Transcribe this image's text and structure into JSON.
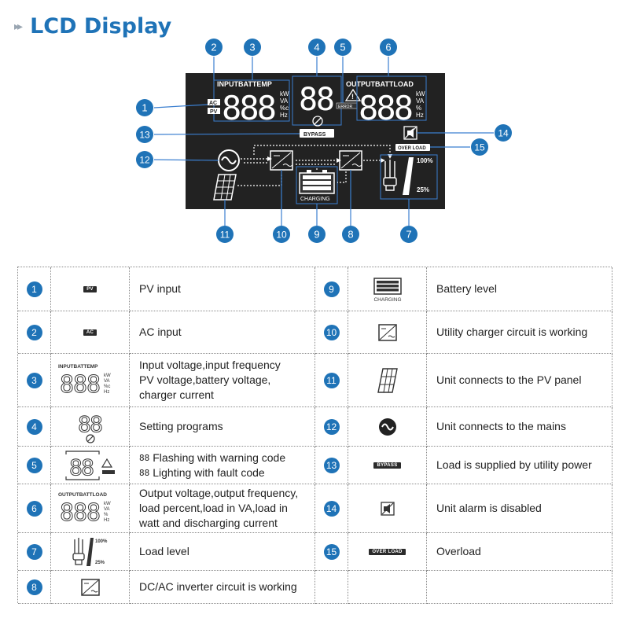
{
  "header": {
    "title": "LCD Display",
    "icon": "double-chevron-right-icon"
  },
  "lcd": {
    "input_header": "INPUTBATTEMP",
    "output_header": "OUTPUTBATTLOAD",
    "digits": "888",
    "setting_digits": "88",
    "units_in": [
      "kW",
      "VA",
      "%c",
      "Hz"
    ],
    "units_out": [
      "kW",
      "VA",
      "%",
      "Hz"
    ],
    "ac_tag": "AC",
    "pv_tag": "PV",
    "bypass": "BYPASS",
    "error": "ERROR",
    "overload": "OVER LOAD",
    "charging": "CHARGING",
    "pct_100": "100%",
    "pct_25": "25%"
  },
  "callouts": [
    "1",
    "2",
    "3",
    "4",
    "5",
    "6",
    "7",
    "8",
    "9",
    "10",
    "11",
    "12",
    "13",
    "14",
    "15"
  ],
  "legend": [
    {
      "num": "1",
      "desc": [
        "PV input"
      ]
    },
    {
      "num": "2",
      "desc": [
        "AC input"
      ]
    },
    {
      "num": "3",
      "desc": [
        "Input voltage,input frequency",
        "PV voltage,battery voltage,",
        "charger current"
      ]
    },
    {
      "num": "4",
      "desc": [
        "Setting programs"
      ]
    },
    {
      "num": "5",
      "desc": [
        "Flashing with warning code",
        "Lighting with fault code"
      ]
    },
    {
      "num": "6",
      "desc": [
        "Output voltage,output frequency,",
        "load percent,load in VA,load in",
        "watt and discharging current"
      ]
    },
    {
      "num": "7",
      "desc": [
        "Load level"
      ]
    },
    {
      "num": "8",
      "desc": [
        "DC/AC inverter circuit is working"
      ]
    },
    {
      "num": "9",
      "desc": [
        "Battery level"
      ]
    },
    {
      "num": "10",
      "desc": [
        "Utility charger circuit is working"
      ]
    },
    {
      "num": "11",
      "desc": [
        "Unit connects to the PV panel"
      ]
    },
    {
      "num": "12",
      "desc": [
        "Unit connects to the mains"
      ]
    },
    {
      "num": "13",
      "desc": [
        "Load is supplied by utility power"
      ]
    },
    {
      "num": "14",
      "desc": [
        "Unit alarm is disabled"
      ]
    },
    {
      "num": "15",
      "desc": [
        "Overload"
      ]
    }
  ]
}
